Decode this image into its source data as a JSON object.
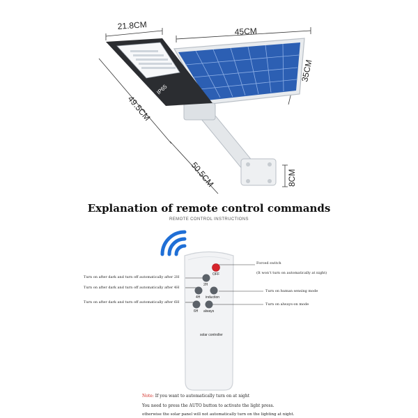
{
  "dimensions": {
    "lamp_width": "21.8CM",
    "panel_width": "45CM",
    "panel_height": "35CM",
    "total_length": "49.5CM",
    "arm_length": "50.5CM",
    "bracket_height": "8CM"
  },
  "lamp": {
    "rating": "IP65"
  },
  "heading": {
    "title": "Explanation of remote control commands",
    "subtitle": "REMOTE CONTROL INSTRUCTIONS"
  },
  "remote": {
    "name": "solar controller",
    "buttons": {
      "off": "OFF",
      "b2h": "2H",
      "b4h": "4H",
      "induction": "induction",
      "b6h": "6H",
      "always": "always"
    }
  },
  "callouts": {
    "forced_switch": "Forced switch",
    "forced_switch_note": "(It won’t turn on automatically at night)",
    "after_2h": "Turn on after dark and turn off automatically after 2H",
    "after_4h": "Turn on after dark and turn off automatically after 4H",
    "after_6h": "Turn on after dark and turn off automatically after 6H",
    "sensing": "Turn on human sensing mode",
    "always_on": "Turn on always-on mode"
  },
  "note": {
    "prefix": "Note:",
    "line1": "If you want to automatically turn on at night",
    "line2": "You need to press the AUTO button to activate the light press.",
    "line3": "otherwise the solar panel will not automatically turn on the lighting at night."
  },
  "colors": {
    "accent_blue": "#1f6fd6",
    "off_red": "#d6242b",
    "panel_blue": "#2c5fb3",
    "note_red": "#d0261e"
  }
}
